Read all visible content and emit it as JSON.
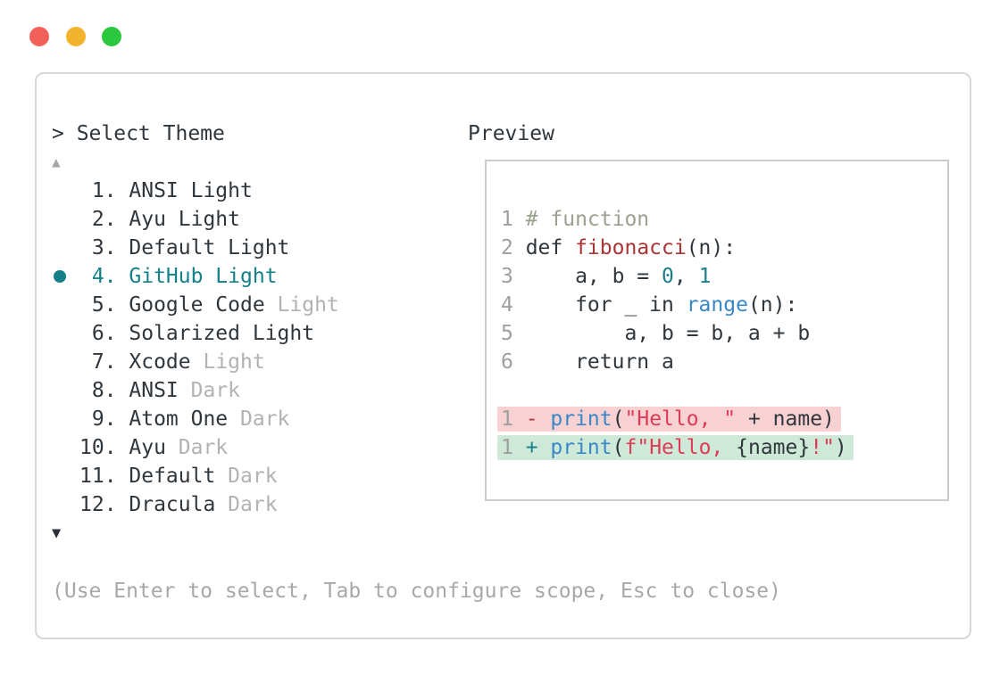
{
  "colors": {
    "dark": "#2f363c",
    "muted": "#b2b2b2",
    "accent": "#13808a",
    "lineno": "#9f9f9f",
    "comment": "#9aa18f",
    "func": "#a93434",
    "number": "#1b7f89",
    "builtin": "#3a87c8",
    "string": "#df3a56",
    "diff_minus": "#b5383f",
    "diff_plus": "#13808a",
    "diff_removed_bg": "#f8d2d3",
    "diff_added_bg": "#cfe9d8",
    "traffic_close": "#f2605a",
    "traffic_minimize": "#f2b42d",
    "traffic_zoom": "#2bc73f"
  },
  "theme_picker": {
    "title": "> Select Theme",
    "scroll_up_icon": "▲",
    "scroll_down_icon": "▼",
    "hint": "(Use Enter to select, Tab to configure scope, Esc to close)",
    "items": [
      {
        "number": "1.",
        "selected": false,
        "parts": [
          {
            "text": "ANSI Light",
            "color": "dark"
          }
        ]
      },
      {
        "number": "2.",
        "selected": false,
        "parts": [
          {
            "text": "Ayu Light",
            "color": "dark"
          }
        ]
      },
      {
        "number": "3.",
        "selected": false,
        "parts": [
          {
            "text": "Default Light",
            "color": "dark"
          }
        ]
      },
      {
        "number": "4.",
        "selected": true,
        "parts": [
          {
            "text": "GitHub Light",
            "color": "accent"
          }
        ]
      },
      {
        "number": "5.",
        "selected": false,
        "parts": [
          {
            "text": "Google Code ",
            "color": "dark"
          },
          {
            "text": "Light",
            "color": "muted"
          }
        ]
      },
      {
        "number": "6.",
        "selected": false,
        "parts": [
          {
            "text": "Solarized Light",
            "color": "dark"
          }
        ]
      },
      {
        "number": "7.",
        "selected": false,
        "parts": [
          {
            "text": "Xcode ",
            "color": "dark"
          },
          {
            "text": "Light",
            "color": "muted"
          }
        ]
      },
      {
        "number": "8.",
        "selected": false,
        "parts": [
          {
            "text": "ANSI ",
            "color": "dark"
          },
          {
            "text": "Dark",
            "color": "muted"
          }
        ]
      },
      {
        "number": "9.",
        "selected": false,
        "parts": [
          {
            "text": "Atom One ",
            "color": "dark"
          },
          {
            "text": "Dark",
            "color": "muted"
          }
        ]
      },
      {
        "number": "10.",
        "selected": false,
        "parts": [
          {
            "text": "Ayu ",
            "color": "dark"
          },
          {
            "text": "Dark",
            "color": "muted"
          }
        ]
      },
      {
        "number": "11.",
        "selected": false,
        "parts": [
          {
            "text": "Default ",
            "color": "dark"
          },
          {
            "text": "Dark",
            "color": "muted"
          }
        ]
      },
      {
        "number": "12.",
        "selected": false,
        "parts": [
          {
            "text": "Dracula ",
            "color": "dark"
          },
          {
            "text": "Dark",
            "color": "muted"
          }
        ]
      }
    ]
  },
  "preview": {
    "title": "Preview",
    "code_lines": [
      {
        "num": "1",
        "bg": null,
        "segments": [
          {
            "text": "# function",
            "color": "comment"
          }
        ]
      },
      {
        "num": "2",
        "bg": null,
        "segments": [
          {
            "text": "def ",
            "color": "dark"
          },
          {
            "text": "fibonacci",
            "color": "func"
          },
          {
            "text": "(n):",
            "color": "dark"
          }
        ]
      },
      {
        "num": "3",
        "bg": null,
        "segments": [
          {
            "text": "    a, b = ",
            "color": "dark"
          },
          {
            "text": "0",
            "color": "number"
          },
          {
            "text": ", ",
            "color": "dark"
          },
          {
            "text": "1",
            "color": "number"
          }
        ]
      },
      {
        "num": "4",
        "bg": null,
        "segments": [
          {
            "text": "    for _ in ",
            "color": "dark"
          },
          {
            "text": "range",
            "color": "builtin"
          },
          {
            "text": "(n):",
            "color": "dark"
          }
        ]
      },
      {
        "num": "5",
        "bg": null,
        "segments": [
          {
            "text": "        a, b = b, a + b",
            "color": "dark"
          }
        ]
      },
      {
        "num": "6",
        "bg": null,
        "segments": [
          {
            "text": "    return a",
            "color": "dark"
          }
        ]
      },
      {
        "num": "",
        "bg": null,
        "segments": []
      },
      {
        "num": "1",
        "bg": "diff_removed_bg",
        "segments": [
          {
            "text": "- ",
            "color": "diff_minus"
          },
          {
            "text": "print",
            "color": "builtin"
          },
          {
            "text": "(",
            "color": "dark"
          },
          {
            "text": "\"Hello, \"",
            "color": "string"
          },
          {
            "text": " + name)",
            "color": "dark"
          }
        ]
      },
      {
        "num": "1",
        "bg": "diff_added_bg",
        "segments": [
          {
            "text": "+ ",
            "color": "diff_plus"
          },
          {
            "text": "print",
            "color": "builtin"
          },
          {
            "text": "(",
            "color": "dark"
          },
          {
            "text": "f\"Hello, ",
            "color": "string"
          },
          {
            "text": "{name}",
            "color": "dark"
          },
          {
            "text": "!\"",
            "color": "string"
          },
          {
            "text": ")",
            "color": "dark"
          }
        ]
      }
    ]
  }
}
